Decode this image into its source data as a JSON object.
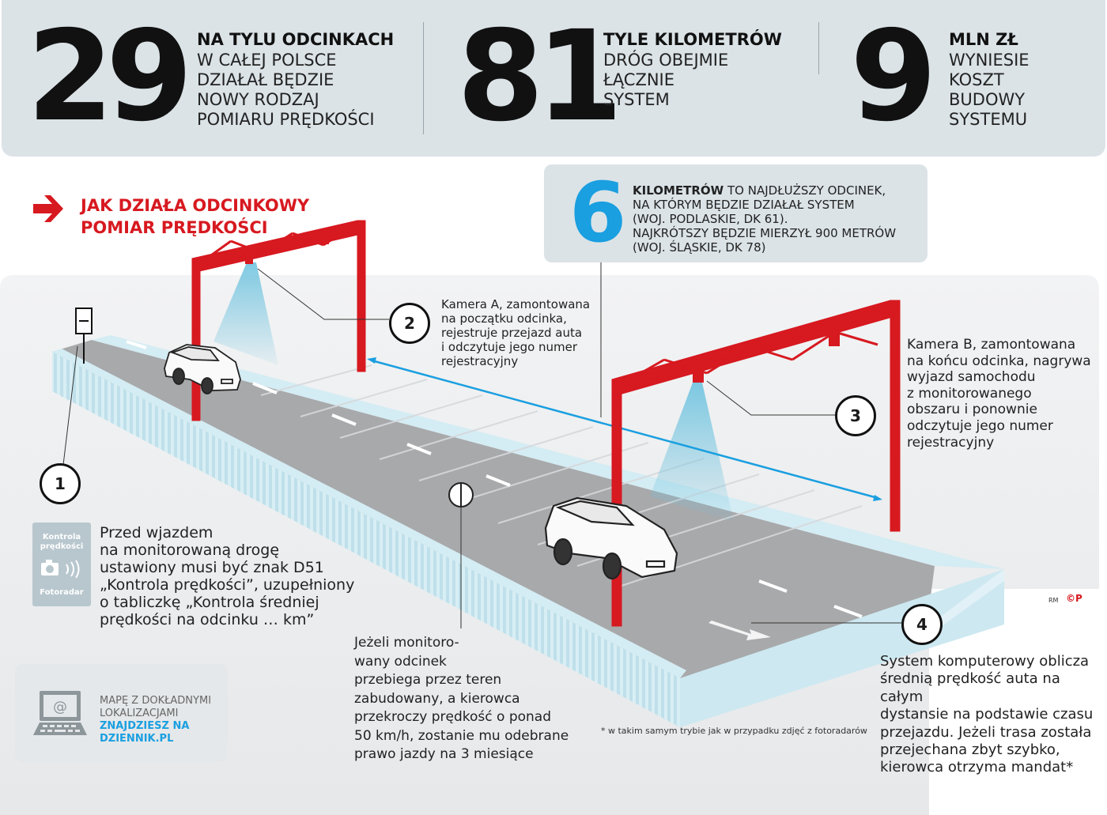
{
  "stats": [
    {
      "number": "29",
      "head": "NA TYLU ODCINKACH",
      "body": "W CAŁEJ POLSCE\nDZIAŁAŁ BĘDZIE\nNOWY RODZAJ\nPOMIARU PRĘDKOŚCI"
    },
    {
      "number": "81",
      "head": "TYLE KILOMETRÓW",
      "body": "DRÓG OBEJMIE\nŁĄCZNIE\nSYSTEM"
    },
    {
      "number": "9",
      "head": "MLN ZŁ",
      "body": "WYNIESIE\nKOSZT\nBUDOWY\nSYSTEMU"
    }
  ],
  "headline": "JAK DZIAŁA ODCINKOWY\nPOMIAR PRĘDKOŚCI",
  "info": {
    "number": "6",
    "bold": "KILOMETRÓW",
    "text": " TO NAJDŁUŻSZY ODCINEK,\nNA KTÓRYM BĘDZIE DZIAŁAŁ SYSTEM\n(WOJ. PODLASKIE, DK 61).\nNAJKRÓTSZY BĘDZIE MIERZYŁ 900 METRÓW\n(WOJ. ŚLĄSKIE, DK 78)"
  },
  "steps": [
    {
      "num": "1",
      "text": "Przed wjazdem\nna monitorowaną drogę\nustawiony musi być znak D51\n„Kontrola prędkości”, uzupełniony\no tabliczkę „Kontrola średniej\nprędkości na odcinku … km”"
    },
    {
      "num": "2",
      "text": "Kamera A, zamontowana\nna początku odcinka,\nrejestruje przejazd auta\ni odczytuje jego numer\nrejestracyjny"
    },
    {
      "num": "3",
      "text": "Kamera B, zamontowana\nna końcu odcinka, nagrywa\nwyjazd samochodu\nz monitorowanego\nobszaru i ponownie\nodczytuje jego numer\nrejestracyjny"
    },
    {
      "num": "4",
      "text": "System komputerowy oblicza\nśrednią prędkość auta na całym\ndystansie na podstawie czasu\nprzejazdu. Jeżeli trasa została\nprzejechana zbyt szybko,\nkierowca otrzyma mandat*"
    }
  ],
  "built_up_note": "Jeżeli monitoro-\nwany odcinek\nprzebiega przez teren\nzabudowany, a kierowca\nprzekroczy prędkość o ponad\n50 km/h, zostanie mu odebrane\nprawo jazdy na 3 miesiące",
  "sign": {
    "top": "Kontrola\nprędkości",
    "bottom": "Fotoradar"
  },
  "map": {
    "text": "MAPĘ Z DOKŁADNYMI\nLOKALIZACJAMI",
    "link": "ZNAJDZIESZ NA\nDZIENNIK.PL"
  },
  "footnote": "* w takim samym trybie jak w przypadku zdjęć z fotoradarów",
  "credits": {
    "author": "RM",
    "logo": "©P"
  },
  "colors": {
    "red": "#d71920",
    "blue": "#1a9fe0",
    "panel": "#dbe3e7",
    "road": "#a9a9a9",
    "curb": "#bfe0ea"
  }
}
